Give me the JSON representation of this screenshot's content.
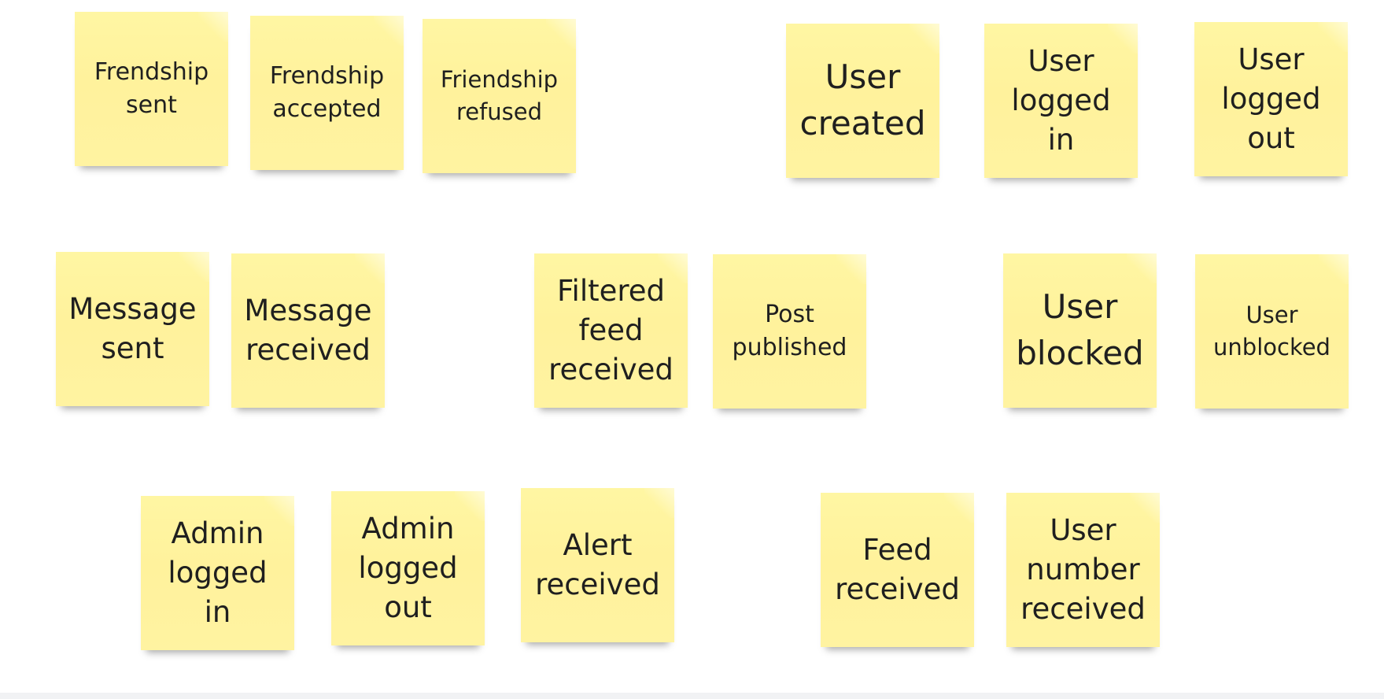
{
  "stickies": {
    "frendship_sent": "Frendship\nsent",
    "frendship_accepted": "Frendship\naccepted",
    "friendship_refused": "Friendship\nrefused",
    "user_created": "User\ncreated",
    "user_logged_in": "User\nlogged\nin",
    "user_logged_out": "User\nlogged\nout",
    "message_sent": "Message\nsent",
    "message_received": "Message\nreceived",
    "filtered_feed_received": "Filtered\nfeed\nreceived",
    "post_published": "Post\npublished",
    "user_blocked": "User\nblocked",
    "user_unblocked": "User\nunblocked",
    "admin_logged_in": "Admin\nlogged\nin",
    "admin_logged_out": "Admin\nlogged\nout",
    "alert_received": "Alert\nreceived",
    "feed_received": "Feed\nreceived",
    "user_number_received": "User\nnumber\nreceived"
  },
  "colors": {
    "sticky_yellow": "#fff29c",
    "background": "#ffffff"
  }
}
